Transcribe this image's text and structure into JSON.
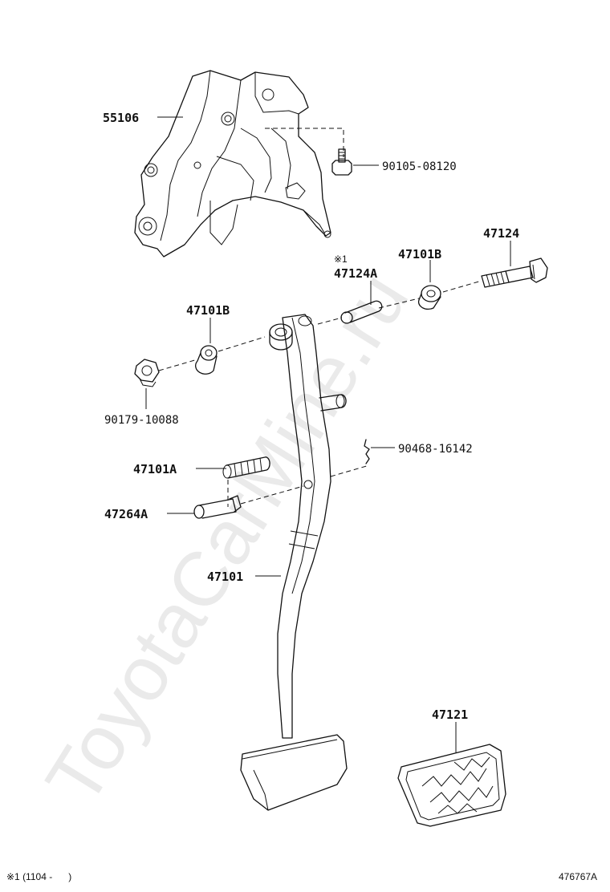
{
  "watermark": "ToyotaCarMine.ru",
  "labels": {
    "p55106": "55106",
    "p90105": "90105-08120",
    "p47124": "47124",
    "p47101B_right": "47101B",
    "p47124A_mark": "※1",
    "p47124A": "47124A",
    "p47101B_left": "47101B",
    "p90179": "90179-10088",
    "p90468": "90468-16142",
    "p47101A": "47101A",
    "p47264A": "47264A",
    "p47101": "47101",
    "p47121": "47121"
  },
  "footnote": "※1 (1104 -      )",
  "figure_id": "476767A"
}
